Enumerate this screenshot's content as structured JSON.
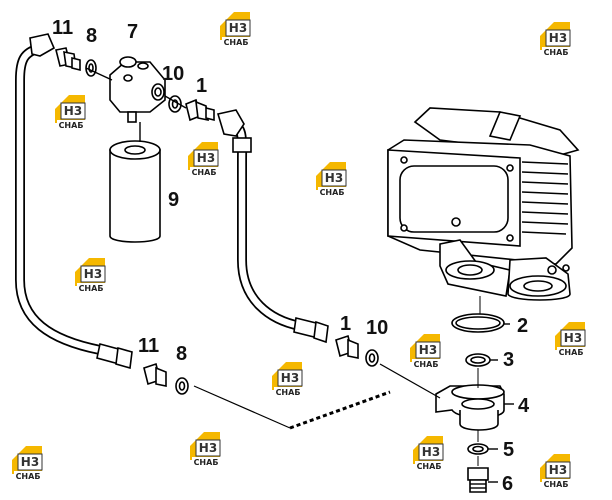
{
  "callouts": {
    "c11a": "11",
    "c8a": "8",
    "c7": "7",
    "c10a": "10",
    "c1a": "1",
    "c9": "9",
    "c1b": "1",
    "c10b": "10",
    "c2": "2",
    "c3": "3",
    "c11b": "11",
    "c8b": "8",
    "c4": "4",
    "c5": "5",
    "c6": "6"
  },
  "watermark": {
    "letters": "H3",
    "text": "СНАБ",
    "color": "#f5b800"
  }
}
